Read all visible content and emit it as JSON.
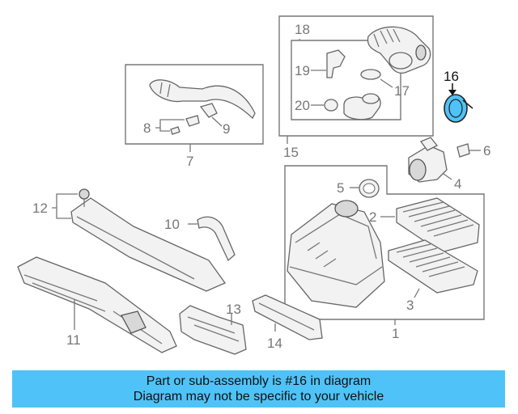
{
  "callouts": {
    "c1": "1",
    "c2": "2",
    "c3": "3",
    "c4": "4",
    "c5": "5",
    "c6": "6",
    "c7": "7",
    "c8": "8",
    "c9": "9",
    "c10": "10",
    "c11": "11",
    "c12": "12",
    "c13": "13",
    "c14": "14",
    "c15": "15",
    "c16": "16",
    "c17": "17",
    "c18": "18",
    "c19": "19",
    "c20": "20"
  },
  "highlight": {
    "part": "16",
    "color": "#4fc3f7"
  },
  "caption": {
    "line1": "Part or sub-assembly is #16 in diagram",
    "line2": "Diagram may not be specific to your vehicle",
    "background": "#4fc3f7"
  }
}
